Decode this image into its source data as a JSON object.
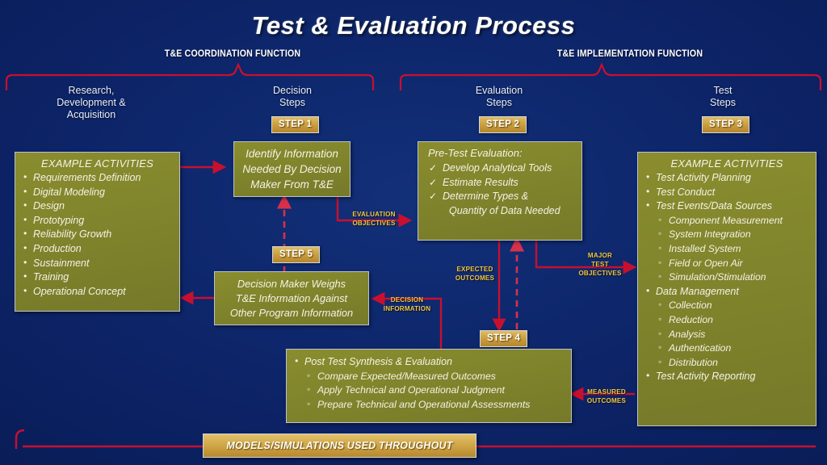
{
  "title": "Test & Evaluation Process",
  "functions": [
    {
      "id": "coordination",
      "label": "T&E COORDINATION FUNCTION"
    },
    {
      "id": "implementation",
      "label": "T&E IMPLEMENTATION FUNCTION"
    }
  ],
  "columns": [
    {
      "id": "rda",
      "heading": "Research,\nDevelopment &\nAcquisition",
      "step": null
    },
    {
      "id": "decision",
      "heading": "Decision\nSteps",
      "step": "STEP 1"
    },
    {
      "id": "evaluation",
      "heading": "Evaluation\nSteps",
      "step": "STEP 2"
    },
    {
      "id": "test",
      "heading": "Test\nSteps",
      "step": "STEP 3"
    }
  ],
  "steps": {
    "step1": "STEP 1",
    "step2": "STEP 2",
    "step3": "STEP 3",
    "step4": "STEP 4",
    "step5": "STEP 5"
  },
  "boxes": {
    "rda_activities": {
      "heading": "EXAMPLE ACTIVITIES",
      "items": [
        "Requirements Definition",
        "Digital Modeling",
        "Design",
        "Prototyping",
        "Reliability Growth",
        "Production",
        "Sustainment",
        "Training",
        "Operational Concept"
      ]
    },
    "decision_step1": {
      "lines": [
        "Identify Information",
        "Needed By Decision",
        "Maker From T&E"
      ]
    },
    "decision_step5": {
      "lines": [
        "Decision Maker Weighs",
        "T&E Information Against",
        "Other Program Information"
      ]
    },
    "pre_test_evaluation": {
      "heading": "Pre-Test Evaluation:",
      "items": [
        "Develop Analytical Tools",
        "Estimate Results",
        "Determine Types &"
      ],
      "continuation": "Quantity of Data Needed"
    },
    "post_test": {
      "lead": "Post Test Synthesis & Evaluation",
      "items": [
        "Compare Expected/Measured Outcomes",
        "Apply Technical and Operational Judgment",
        "Prepare Technical and Operational Assessments"
      ]
    },
    "test_activities": {
      "heading": "EXAMPLE ACTIVITIES",
      "items": [
        {
          "level": 1,
          "text": "Test Activity Planning"
        },
        {
          "level": 1,
          "text": "Test Conduct"
        },
        {
          "level": 1,
          "text": "Test Events/Data Sources"
        },
        {
          "level": 2,
          "text": "Component Measurement"
        },
        {
          "level": 2,
          "text": "System Integration"
        },
        {
          "level": 2,
          "text": "Installed System"
        },
        {
          "level": 2,
          "text": "Field or Open Air"
        },
        {
          "level": 2,
          "text": "Simulation/Stimulation"
        },
        {
          "level": 1,
          "text": "Data Management"
        },
        {
          "level": 2,
          "text": "Collection"
        },
        {
          "level": 2,
          "text": "Reduction"
        },
        {
          "level": 2,
          "text": "Analysis"
        },
        {
          "level": 2,
          "text": "Authentication"
        },
        {
          "level": 2,
          "text": "Distribution"
        },
        {
          "level": 1,
          "text": "Test Activity Reporting"
        }
      ]
    }
  },
  "connector_labels": {
    "evaluation_objectives": "EVALUATION\nOBJECTIVES",
    "major_test_objectives": "MAJOR\nTEST\nOBJECTIVES",
    "expected_outcomes": "EXPECTED\nOUTCOMES",
    "measured_outcomes": "MEASURED\nOUTCOMES",
    "decision_information": "DECISION\nINFORMATION"
  },
  "bottom_bar": "MODELS/SIMULATIONS USED THROUGHOUT",
  "colors": {
    "background": "#0d2468",
    "box_fill": "#81852c",
    "box_border": "#b9c3d2",
    "badge_gold": "#c79c3d",
    "arrow_red": "#c8102e",
    "label_gold": "#f3c73f",
    "text_light": "#f4f3e6"
  }
}
